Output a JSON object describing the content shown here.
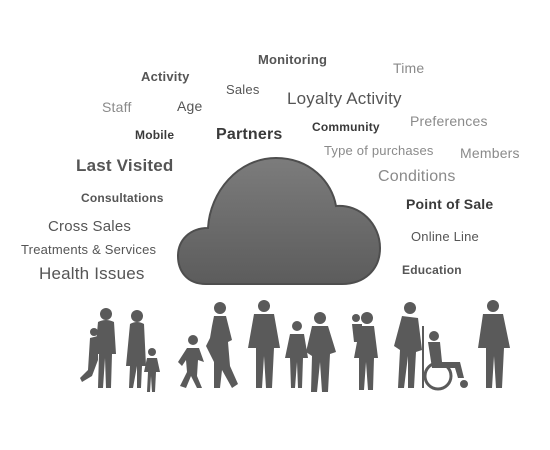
{
  "words": {
    "monitoring": "Monitoring",
    "time": "Time",
    "activity": "Activity",
    "sales": "Sales",
    "loyalty_activity": "Loyalty Activity",
    "staff": "Staff",
    "age": "Age",
    "preferences": "Preferences",
    "mobile": "Mobile",
    "partners": "Partners",
    "community": "Community",
    "last_visited": "Last Visited",
    "type_of_purchases": "Type of purchases",
    "members": "Members",
    "conditions": "Conditions",
    "consultations": "Consultations",
    "point_of_sale": "Point of Sale",
    "cross_sales": "Cross Sales",
    "online_line": "Online Line",
    "treatments_services": "Treatments & Services",
    "health_issues": "Health Issues",
    "education": "Education"
  },
  "icons": {
    "cloud": "cloud-icon",
    "people": "people-silhouettes"
  },
  "colors": {
    "cloud_fill": "#6e6e6e",
    "silhouette": "#5a5a5a",
    "text_dark": "#3a3a3a",
    "text_light": "#8a8a8a"
  }
}
